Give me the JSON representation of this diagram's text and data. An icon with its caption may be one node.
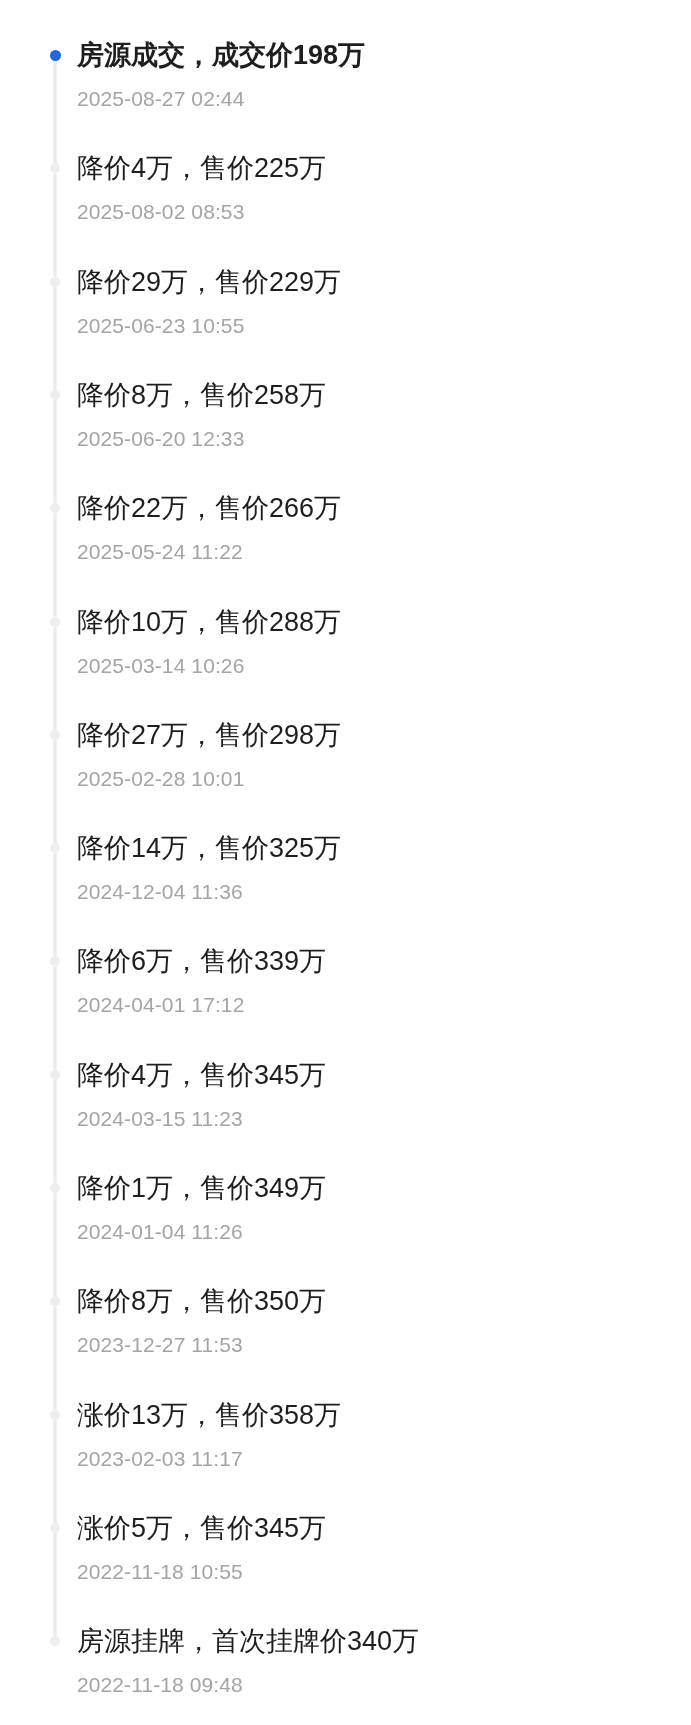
{
  "diagram": {
    "nodes": [
      {
        "text": [],
        "shape": "circle",
        "beside": [
          "房源成交，成交价198万",
          "2025-08-27 02:44"
        ]
      },
      {
        "text": [],
        "shape": "circle",
        "beside": [
          "降价4万，售价225万",
          "2025-08-02 08:53"
        ]
      },
      {
        "text": [],
        "shape": "circle",
        "beside": [
          "降价29万，售价229万",
          "2025-06-23 10:55"
        ]
      },
      {
        "text": [],
        "shape": "circle",
        "beside": [
          "降价8万，售价258万",
          "2025-06-20 12:33"
        ]
      },
      {
        "text": [],
        "shape": "circle",
        "beside": [
          "降价22万，售价266万",
          "2025-05-24 11:22"
        ]
      },
      {
        "text": [],
        "shape": "circle",
        "beside": [
          "降价10万，售价288万",
          "2025-03-14 10:26"
        ]
      },
      {
        "text": [],
        "shape": "circle",
        "beside": [
          "降价27万，售价298万",
          "2025-02-28 10:01"
        ]
      },
      {
        "text": [],
        "shape": "circle",
        "beside": [
          "降价14万，售价325万",
          "2024-12-04 11:36"
        ]
      },
      {
        "text": [],
        "shape": "circle",
        "beside": [
          "降价6万，售价339万",
          "2024-04-01 17:12"
        ]
      },
      {
        "text": [],
        "shape": "circle",
        "beside": [
          "降价4万，售价345万",
          "2024-03-15 11:23"
        ]
      },
      {
        "text": [],
        "shape": "circle",
        "beside": [
          "降价1万，售价349万",
          "2024-01-04 11:26"
        ]
      },
      {
        "text": [],
        "shape": "circle",
        "beside": [
          "降价8万，售价350万",
          "2023-12-27 11:53"
        ]
      },
      {
        "text": [],
        "shape": "circle",
        "beside": [
          "涨价13万，售价358万",
          "2023-02-03 11:17"
        ]
      },
      {
        "text": [],
        "shape": "circle",
        "beside": [
          "涨价5万，售价345万",
          "2022-11-18 10:55"
        ]
      },
      {
        "text": [],
        "shape": "circle",
        "beside": [
          "房源挂牌，首次挂牌价340万",
          "2022-11-18 09:48"
        ]
      }
    ],
    "edges": [
      {
        "from": 0,
        "to": 1,
        "arrow": "none"
      },
      {
        "from": 1,
        "to": 2,
        "arrow": "none"
      },
      {
        "from": 2,
        "to": 3,
        "arrow": "none"
      },
      {
        "from": 3,
        "to": 4,
        "arrow": "none"
      },
      {
        "from": 4,
        "to": 5,
        "arrow": "none"
      },
      {
        "from": 5,
        "to": 6,
        "arrow": "none"
      },
      {
        "from": 6,
        "to": 7,
        "arrow": "none"
      },
      {
        "from": 7,
        "to": 8,
        "arrow": "none"
      },
      {
        "from": 8,
        "to": 9,
        "arrow": "none"
      },
      {
        "from": 9,
        "to": 10,
        "arrow": "none"
      },
      {
        "from": 10,
        "to": 11,
        "arrow": "none"
      },
      {
        "from": 11,
        "to": 12,
        "arrow": "none"
      },
      {
        "from": 12,
        "to": 13,
        "arrow": "none"
      },
      {
        "from": 13,
        "to": 14,
        "arrow": "none"
      }
    ]
  }
}
